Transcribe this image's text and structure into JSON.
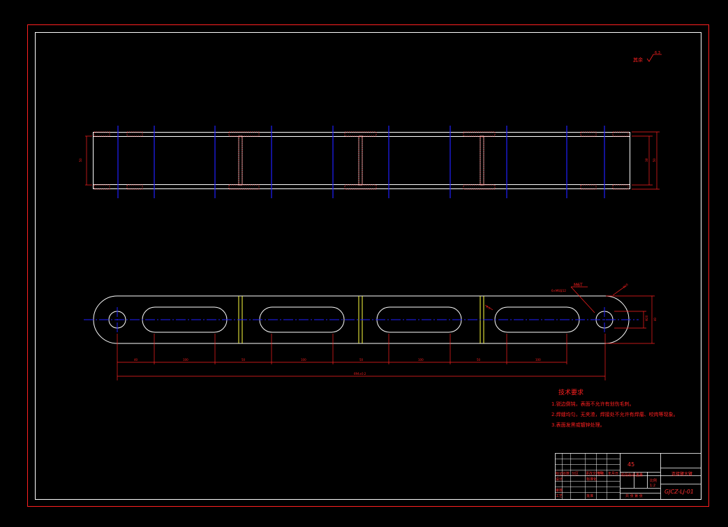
{
  "drawing": {
    "surface_mark": "其余",
    "surface_value": "6.3",
    "leader_note_1": "M6T",
    "leader_note_2": "6×M6深12",
    "leader_note_3": "R20",
    "section_mark": "8.5",
    "dims_top_view": {
      "left_height": "50",
      "right_height": "50",
      "right_inner": "38"
    },
    "dims_front_view": {
      "segments": [
        "40",
        "100",
        "50",
        "100",
        "50",
        "100",
        "50",
        "100"
      ],
      "overall": "694±0.2",
      "right_height": "40",
      "right_hole": "Φ20"
    }
  },
  "tech_req": {
    "title": "技术要求",
    "lines": [
      "1.锐边倒钝，表面不允许有划伤毛刺。",
      "2.焊缝均匀，无夹渣，焊接处不允许有焊瘤、咬肉等现象。",
      "3.表面发黑或镀锌处理。"
    ]
  },
  "title_block": {
    "material": "45",
    "part_name": "连接臂大臂",
    "drawing_no": "GJCZ-LJ-01",
    "scale_label": "比例",
    "scale_value": "1:2",
    "mark_label": "标记",
    "count_label": "处数",
    "zone_label": "分区",
    "change_label": "更改文件号",
    "sign_label": "签名",
    "date_label": "年月日",
    "design_label": "设计",
    "check_label": "审核",
    "craft_label": "工艺",
    "std_label": "标准化",
    "approve_label": "批准",
    "stage_label": "阶段标记",
    "weight_label": "重量",
    "sheet_label": "共 张 第 张"
  },
  "colors": {
    "frame": "#ff2020",
    "border": "#ffffff",
    "outline": "#ffffff",
    "center_line": "#2020ff",
    "dimension": "#ff2020",
    "weld": "#ffff40",
    "hatch": "#ff4040",
    "background": "#000000"
  }
}
